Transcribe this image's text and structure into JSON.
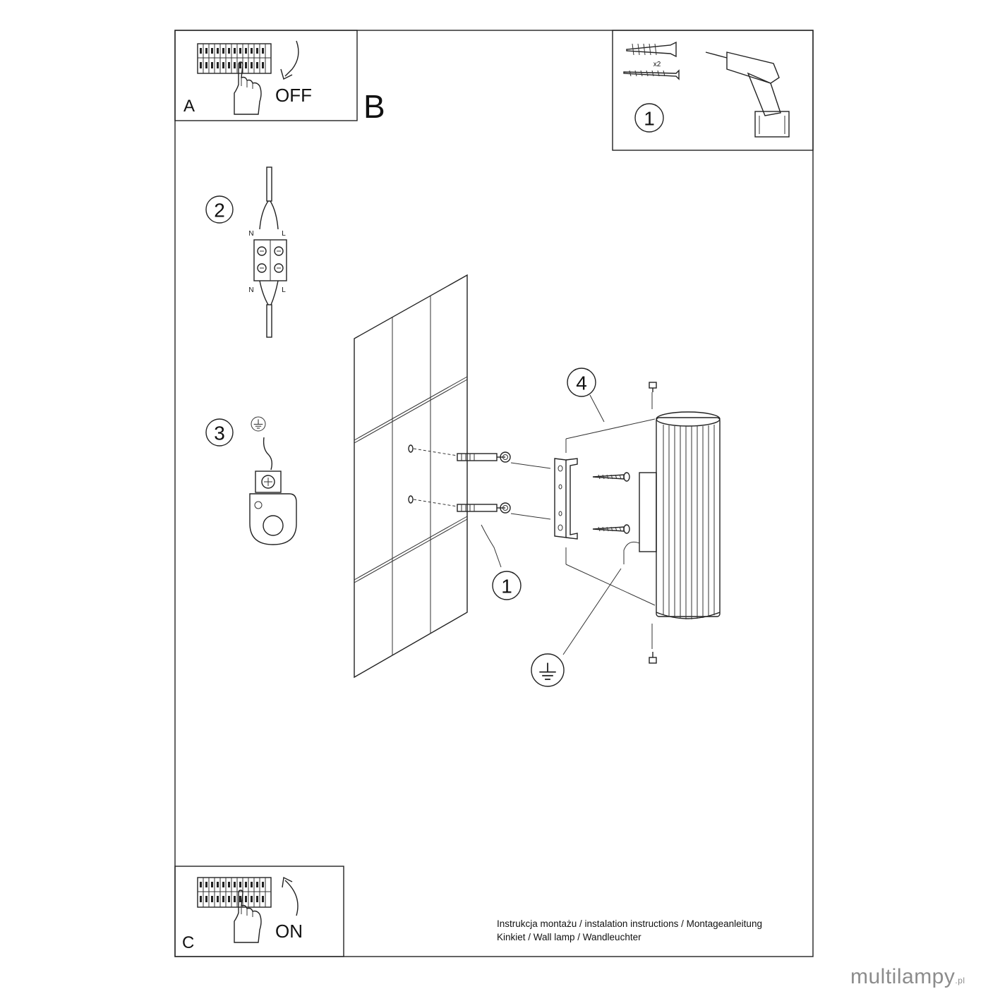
{
  "panels": {
    "A": {
      "letter": "A",
      "action": "OFF"
    },
    "B": {
      "letter": "B"
    },
    "C": {
      "letter": "C",
      "action": "ON"
    }
  },
  "tools": {
    "step": "1",
    "quantity": "x2"
  },
  "steps": {
    "wiring": "2",
    "ground": "3",
    "anchor": "1",
    "bracket": "4"
  },
  "wiring_labels": {
    "neutral": "N",
    "live": "L"
  },
  "footer": {
    "line1": "Instrukcja montażu / instalation instructions / Montageanleitung",
    "line2": "Kinkiet / Wall lamp / Wandleuchter"
  },
  "brand": {
    "name": "multilampy",
    "suffix": ".pl"
  },
  "icons": [
    "breaker-panel-icon",
    "hand-icon",
    "arrow-icon",
    "wall-plug-icon",
    "screw-icon",
    "drill-icon",
    "terminal-block-icon",
    "ground-symbol-icon",
    "ground-clamp-icon",
    "tile-wall-icon",
    "mounting-bracket-icon",
    "lamp-cylinder-icon"
  ]
}
